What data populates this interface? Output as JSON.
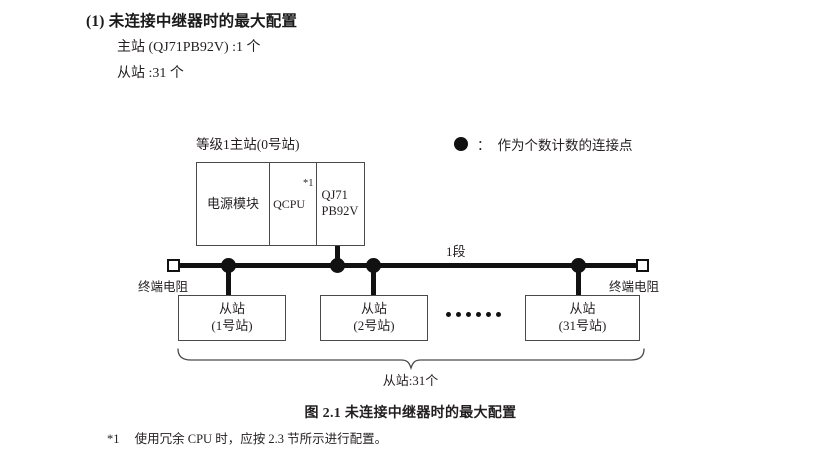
{
  "heading": {
    "number": "(1)",
    "text": "未连接中继器时的最大配置",
    "full": "(1) 未连接中继器时的最大配置"
  },
  "specs": [
    {
      "label": "主站 (QJ71PB92V)",
      "value": ":1 个",
      "full": "主站 (QJ71PB92V) :1 个"
    },
    {
      "label": "从站",
      "value": ":31 个",
      "full": "从站 :31 个"
    }
  ],
  "legend": {
    "symbol": "filled-circle",
    "colon": "：",
    "text": "作为个数计数的连接点"
  },
  "master": {
    "label": "等级1主站(0号站)",
    "cells": [
      {
        "name": "power-module",
        "text": "电源模块"
      },
      {
        "name": "qcpu",
        "text": "QCPU",
        "footmark": "*1"
      },
      {
        "name": "network-module",
        "line1": "QJ71",
        "line2": "PB92V"
      }
    ]
  },
  "bus": {
    "segment_label": "1段",
    "terminator_left": "终端电阻",
    "terminator_right": "终端电阻"
  },
  "slaves": [
    {
      "title": "从站",
      "station": "(1号站)"
    },
    {
      "title": "从站",
      "station": "(2号站)"
    },
    {
      "title": "从站",
      "station": "(31号站)"
    }
  ],
  "ellipsis_count": 6,
  "brace_label": "从站:31个",
  "caption": "图 2.1  未连接中继器时的最大配置",
  "footnote": {
    "mark": "*1",
    "text": "使用冗余 CPU 时，应按 2.3 节所示进行配置。"
  },
  "colors": {
    "ink": "#231f20",
    "line": "#4a4a4a",
    "bus": "#111111",
    "background": "#ffffff"
  }
}
